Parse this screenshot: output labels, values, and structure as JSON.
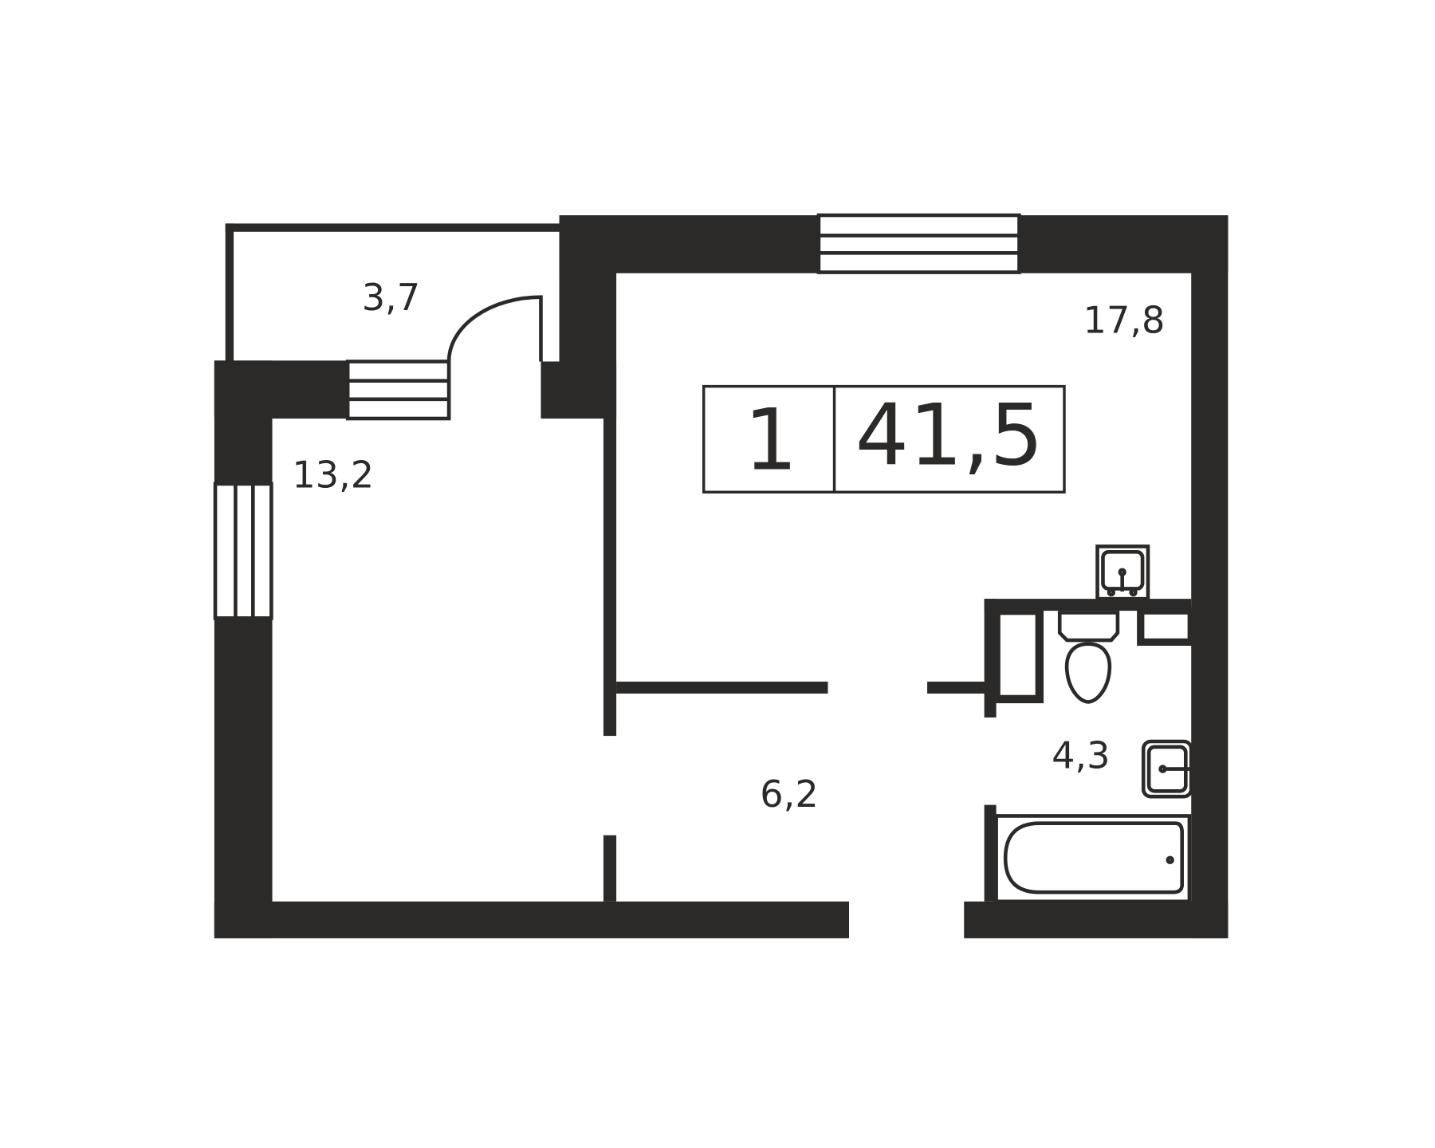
{
  "plan": {
    "rooms_count": "1",
    "total_area": "41,5",
    "rooms": {
      "balcony": "3,7",
      "living_room": "17,8",
      "kitchen": "13,2",
      "hallway": "6,2",
      "bathroom": "4,3"
    }
  },
  "colors": {
    "wall": "#2b2a28",
    "background": "#ffffff"
  }
}
